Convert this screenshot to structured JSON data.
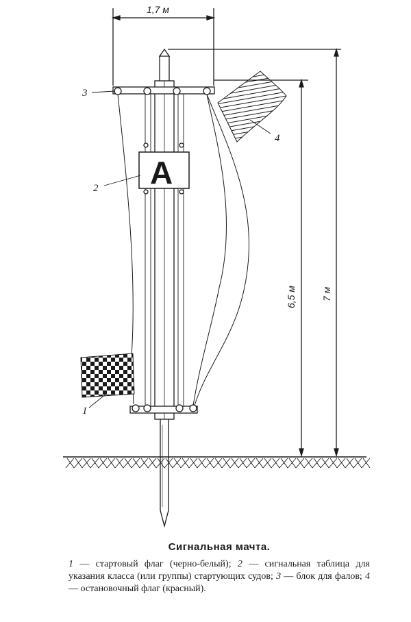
{
  "figure": {
    "title": "Сигнальная мачта.",
    "legend": [
      {
        "num": "1",
        "text": "стартовый флаг (черно-белый);"
      },
      {
        "num": "2",
        "text": "сигнальная таблица для указания класса (или группы) стартующих судов;"
      },
      {
        "num": "3",
        "text": "блок для фалов;"
      },
      {
        "num": "4",
        "text": "остановочный флаг (красный)."
      }
    ]
  },
  "diagram": {
    "sign_letter": "A",
    "callouts": {
      "flag_start": "1",
      "sign_board": "2",
      "block": "3",
      "flag_stop": "4"
    },
    "dimensions": {
      "width": "1,7 м",
      "height_yard": "6,5 м",
      "height_total": "7 м"
    }
  },
  "colors": {
    "ink": "#1a1a1a",
    "paper": "#ffffff"
  }
}
